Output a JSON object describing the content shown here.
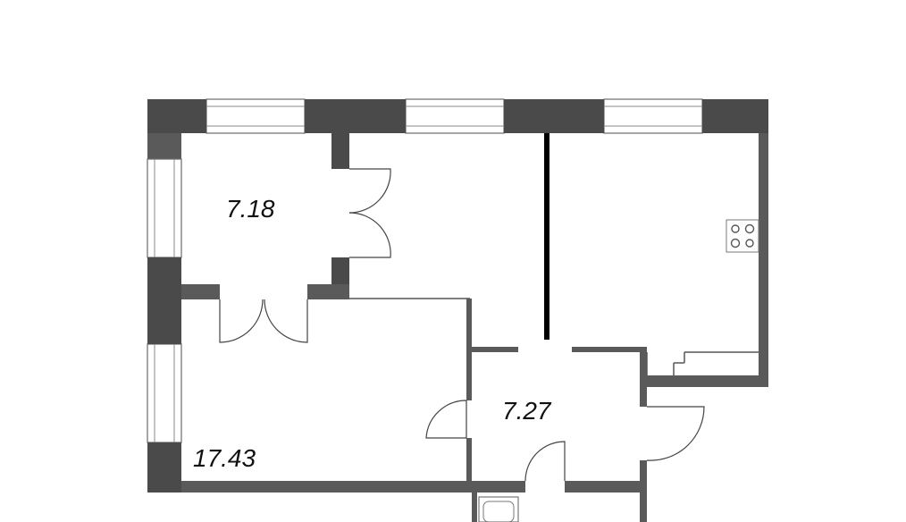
{
  "rooms": {
    "room_1_area": "7.18",
    "room_2_area": "7.27",
    "room_3_area": "17.43"
  },
  "colors": {
    "wall": "#5a5a5a",
    "pillar": "#4a4a4a",
    "partition": "#000000",
    "background": "#ffffff"
  }
}
